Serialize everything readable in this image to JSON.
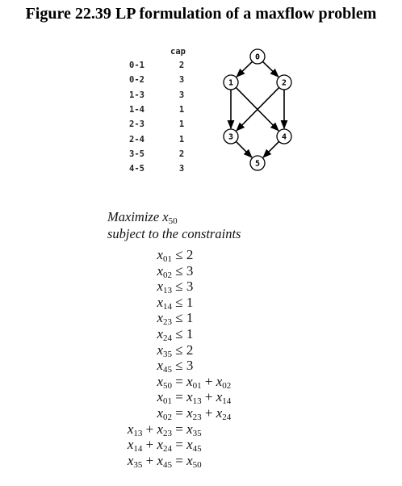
{
  "figure": {
    "title": "Figure 22.39 LP formulation of a maxflow problem"
  },
  "table": {
    "header": "cap",
    "rows": [
      {
        "edge": "0-1",
        "cap": "2"
      },
      {
        "edge": "0-2",
        "cap": "3"
      },
      {
        "edge": "1-3",
        "cap": "3"
      },
      {
        "edge": "1-4",
        "cap": "1"
      },
      {
        "edge": "2-3",
        "cap": "1"
      },
      {
        "edge": "2-4",
        "cap": "1"
      },
      {
        "edge": "3-5",
        "cap": "2"
      },
      {
        "edge": "4-5",
        "cap": "3"
      }
    ]
  },
  "graph": {
    "nodes": [
      "0",
      "1",
      "2",
      "3",
      "4",
      "5"
    ],
    "edges": [
      [
        "0",
        "1"
      ],
      [
        "0",
        "2"
      ],
      [
        "1",
        "3"
      ],
      [
        "1",
        "4"
      ],
      [
        "2",
        "3"
      ],
      [
        "2",
        "4"
      ],
      [
        "3",
        "5"
      ],
      [
        "4",
        "5"
      ]
    ]
  },
  "lp": {
    "objective": "Maximize",
    "objective_var": {
      "base": "x",
      "sub": "50"
    },
    "subject_to": "subject to the constraints",
    "constraints": [
      [
        {
          "v": "x",
          "s": "01"
        },
        {
          "o": " ≤ "
        },
        {
          "t": "2"
        }
      ],
      [
        {
          "v": "x",
          "s": "02"
        },
        {
          "o": " ≤ "
        },
        {
          "t": "3"
        }
      ],
      [
        {
          "v": "x",
          "s": "13"
        },
        {
          "o": " ≤ "
        },
        {
          "t": "3"
        }
      ],
      [
        {
          "v": "x",
          "s": "14"
        },
        {
          "o": " ≤ "
        },
        {
          "t": "1"
        }
      ],
      [
        {
          "v": "x",
          "s": "23"
        },
        {
          "o": " ≤ "
        },
        {
          "t": "1"
        }
      ],
      [
        {
          "v": "x",
          "s": "24"
        },
        {
          "o": " ≤ "
        },
        {
          "t": "1"
        }
      ],
      [
        {
          "v": "x",
          "s": "35"
        },
        {
          "o": " ≤ "
        },
        {
          "t": "2"
        }
      ],
      [
        {
          "v": "x",
          "s": "45"
        },
        {
          "o": " ≤ "
        },
        {
          "t": "3"
        }
      ],
      [
        {
          "v": "x",
          "s": "50"
        },
        {
          "o": " = "
        },
        {
          "v": "x",
          "s": "01"
        },
        {
          "o": " + "
        },
        {
          "v": "x",
          "s": "02"
        }
      ],
      [
        {
          "v": "x",
          "s": "01"
        },
        {
          "o": " = "
        },
        {
          "v": "x",
          "s": "13"
        },
        {
          "o": " + "
        },
        {
          "v": "x",
          "s": "14"
        }
      ],
      [
        {
          "v": "x",
          "s": "02"
        },
        {
          "o": " = "
        },
        {
          "v": "x",
          "s": "23"
        },
        {
          "o": " + "
        },
        {
          "v": "x",
          "s": "24"
        }
      ],
      [
        {
          "v": "x",
          "s": "13"
        },
        {
          "o": " + "
        },
        {
          "v": "x",
          "s": "23"
        },
        {
          "o": " = "
        },
        {
          "v": "x",
          "s": "35"
        }
      ],
      [
        {
          "v": "x",
          "s": "14"
        },
        {
          "o": " + "
        },
        {
          "v": "x",
          "s": "24"
        },
        {
          "o": " = "
        },
        {
          "v": "x",
          "s": "45"
        }
      ],
      [
        {
          "v": "x",
          "s": "35"
        },
        {
          "o": " + "
        },
        {
          "v": "x",
          "s": "45"
        },
        {
          "o": " = "
        },
        {
          "v": "x",
          "s": "50"
        }
      ]
    ]
  }
}
